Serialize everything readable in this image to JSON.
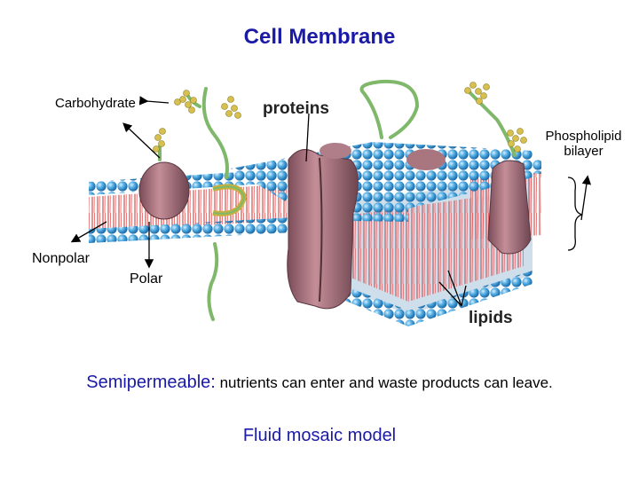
{
  "title": "Cell Membrane",
  "labels": {
    "carbohydrate": "Carbohydrate",
    "proteins": "proteins",
    "phospholipid_line1": "Phospholipid",
    "phospholipid_line2": "bilayer",
    "nonpolar": "Nonpolar",
    "polar": "Polar",
    "lipids": "lipids"
  },
  "caption": {
    "term": "Semipermeable:",
    "text": " nutrients can enter and waste products can leave."
  },
  "subcaption": "Fluid mosaic model",
  "colors": {
    "title": "#1a1aa6",
    "phospholipid_head": "#4aa3df",
    "lipid_tail": "#cc2b2b",
    "protein": "#a0707a",
    "carbohydrate_chain": "#c8b040",
    "glycoprotein_stalk": "#7fb86a"
  }
}
